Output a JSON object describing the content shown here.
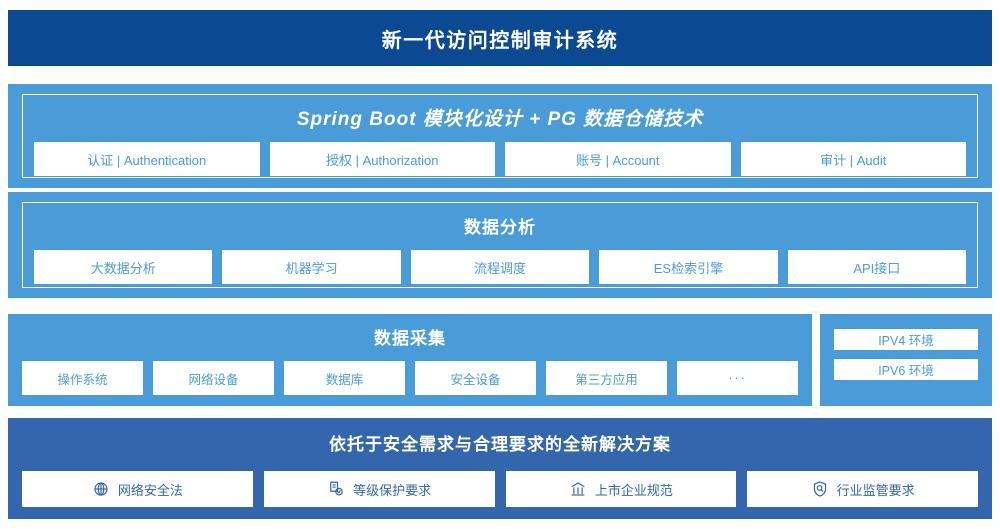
{
  "header": {
    "title": "新一代访问控制审计系统"
  },
  "architecture": {
    "title": "Spring Boot 模块化设计 + PG 数据仓储技术",
    "cards": [
      {
        "label": "认证 | Authentication"
      },
      {
        "label": "授权 | Authorization"
      },
      {
        "label": "账号 | Account"
      },
      {
        "label": "审计 | Audit"
      }
    ]
  },
  "analysis": {
    "title": "数据分析",
    "cards": [
      {
        "label": "大数据分析"
      },
      {
        "label": "机器学习"
      },
      {
        "label": "流程调度"
      },
      {
        "label": "ES检索引擎"
      },
      {
        "label": "API接口"
      }
    ]
  },
  "collection": {
    "title": "数据采集",
    "cards": [
      {
        "label": "操作系统"
      },
      {
        "label": "网络设备"
      },
      {
        "label": "数据库"
      },
      {
        "label": "安全设备"
      },
      {
        "label": "第三方应用"
      },
      {
        "label": "···"
      }
    ]
  },
  "environments": {
    "items": [
      {
        "label": "IPV4 环境"
      },
      {
        "label": "IPV6 环境"
      }
    ]
  },
  "solution": {
    "title": "依托于安全需求与合理要求的全新解决方案",
    "cards": [
      {
        "label": "网络安全法",
        "icon": "globe-icon"
      },
      {
        "label": "等级保护要求",
        "icon": "document-check-icon"
      },
      {
        "label": "上市企业规范",
        "icon": "bank-icon"
      },
      {
        "label": "行业监管要求",
        "icon": "shield-search-icon"
      }
    ]
  },
  "colors": {
    "header_navy": "#0b4a92",
    "panel_blue": "#4a9cd8",
    "solution_blue": "#3366ad",
    "card_bg": "#ffffff"
  }
}
